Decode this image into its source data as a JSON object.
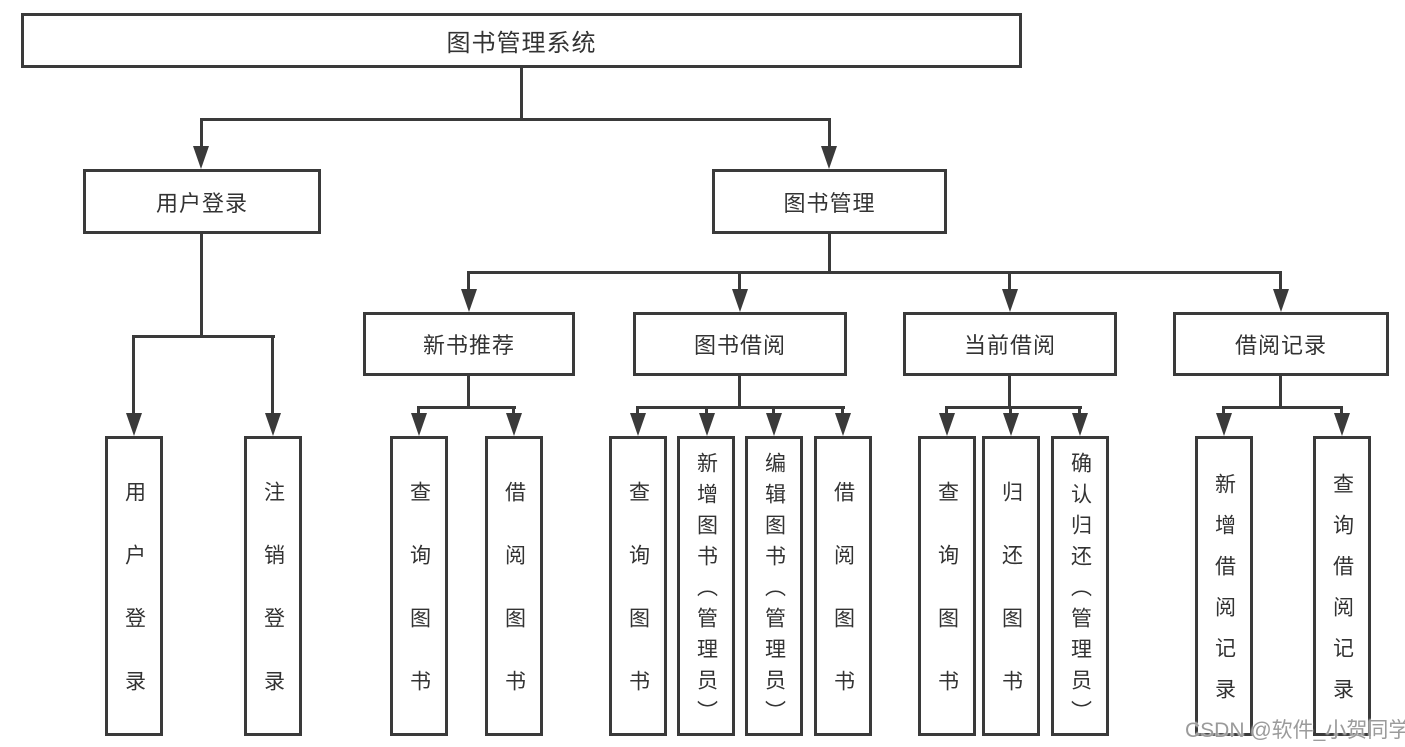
{
  "diagram": {
    "title": "图书管理系统",
    "level2": [
      {
        "label": "用户登录"
      },
      {
        "label": "图书管理"
      }
    ],
    "level3": [
      {
        "label": "新书推荐"
      },
      {
        "label": "图书借阅"
      },
      {
        "label": "当前借阅"
      },
      {
        "label": "借阅记录"
      }
    ],
    "leaves": [
      {
        "label": "用户登录"
      },
      {
        "label": "注销登录"
      },
      {
        "label": "查询图书"
      },
      {
        "label": "借阅图书"
      },
      {
        "label": "查询图书"
      },
      {
        "label": "新增图书（管理员）"
      },
      {
        "label": "编辑图书（管理员）"
      },
      {
        "label": "借阅图书"
      },
      {
        "label": "查询图书"
      },
      {
        "label": "归还图书"
      },
      {
        "label": "确认归还（管理员）"
      },
      {
        "label": "新增借阅记录"
      },
      {
        "label": "查询借阅记录"
      }
    ],
    "watermark": "CSDN @软件_小贺同学",
    "colors": {
      "line": "#3a3a3a",
      "box_background": "#ffffff",
      "text": "#333333",
      "watermark": "#9b9b9b"
    }
  }
}
